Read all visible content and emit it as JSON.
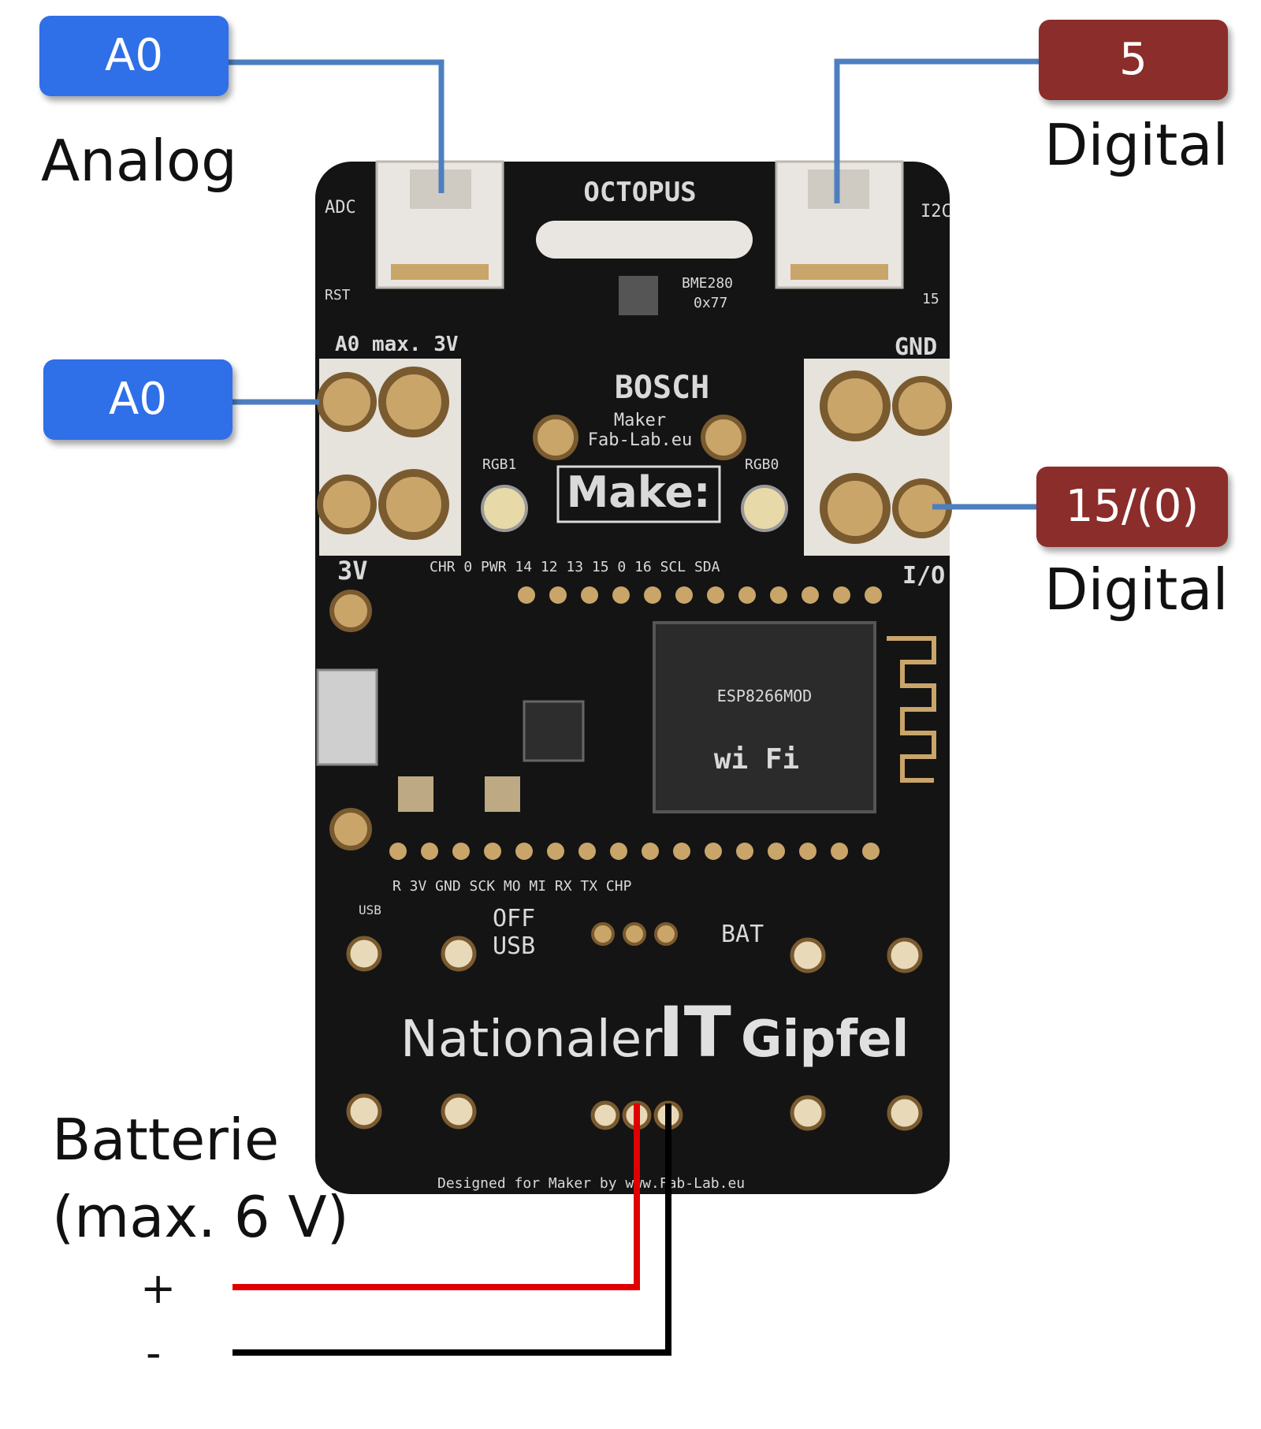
{
  "colors": {
    "analog_badge": "#2f6fe8",
    "digital_badge": "#8b2d2a",
    "wire": "#4d7fbf",
    "battery_plus": "#e00000",
    "battery_minus": "#000000",
    "board": "#141414",
    "pad_gold": "#c9a56a"
  },
  "callouts": {
    "top_left": {
      "badge": "A0",
      "caption": "Analog"
    },
    "top_right": {
      "badge": "5",
      "caption": "Digital"
    },
    "mid_left": {
      "badge": "A0"
    },
    "mid_right": {
      "badge": "15/(0)",
      "caption": "Digital"
    }
  },
  "battery": {
    "title": "Batterie",
    "note": "(max. 6 V)",
    "plus": "+",
    "minus": "-"
  },
  "board": {
    "name": "OCTOPUS",
    "brand": "BOSCH",
    "maker": "Maker",
    "fablab": "Fab-Lab.eu",
    "make": "Make:",
    "bottom_text_1": "Nationaler",
    "bottom_text_2": "IT",
    "bottom_text_3": "Gipfel",
    "footer": "Designed for Maker by www.Fab-Lab.eu",
    "sensor": "BME280",
    "sensor_addr": "0x77",
    "adc": "ADC",
    "i2c": "I2C",
    "rst": "RST",
    "pin_15": "15",
    "a0_max": "A0 max. 3V",
    "gnd": "GND",
    "io": "I/O",
    "v3": "3V",
    "rgb1": "RGB1",
    "rgb0": "RGB0",
    "pin_row": "CHR 0    PWR 14  12  13  15  0  16    SCL SDA",
    "bottom_pins": "R  3V   GND                 SCK MO MI RX TX CHP",
    "usb": "USB",
    "off": "OFF",
    "usb2": "USB",
    "bat": "BAT",
    "wifi": "wi Fi",
    "esp": "ESP8266MOD"
  }
}
